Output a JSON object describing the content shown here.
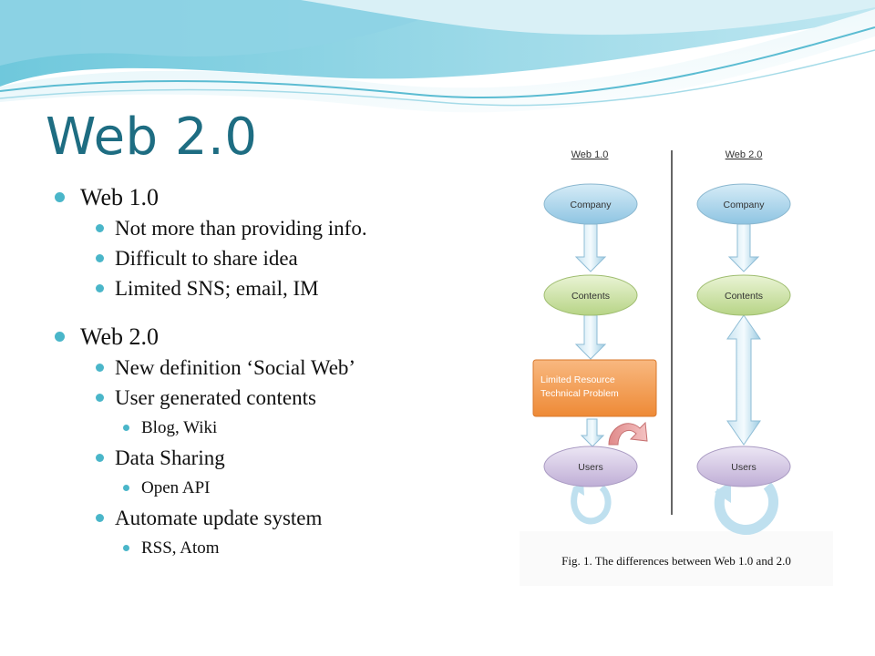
{
  "slide": {
    "title": "Web 2.0"
  },
  "bullets": [
    {
      "level": 1,
      "text": "Web 1.0"
    },
    {
      "level": 2,
      "text": "Not more than providing info."
    },
    {
      "level": 2,
      "text": "Difficult to share idea"
    },
    {
      "level": 2,
      "text": "Limited SNS; email, IM"
    },
    {
      "level": 1,
      "text": "Web 2.0"
    },
    {
      "level": 2,
      "text": "New definition ‘Social Web’"
    },
    {
      "level": 2,
      "text": "User generated contents"
    },
    {
      "level": 3,
      "text": "Blog, Wiki"
    },
    {
      "level": 2,
      "text": "Data Sharing"
    },
    {
      "level": 3,
      "text": "Open API"
    },
    {
      "level": 2,
      "text": "Automate update system"
    },
    {
      "level": 3,
      "text": "RSS, Atom"
    }
  ],
  "diagram": {
    "col1_header": "Web 1.0",
    "col2_header": "Web 2.0",
    "company": "Company",
    "contents": "Contents",
    "users": "Users",
    "limit_line1": "Limited Resource",
    "limit_line2": "Technical Problem",
    "caption": "Fig. 1.  The differences between Web 1.0 and 2.0"
  },
  "colors": {
    "title": "#1e6d82",
    "bullet": "#4ab6c9",
    "company_node": "#a9d3ea",
    "contents_node": "#cfe4a6",
    "users_node": "#d3c6e4",
    "limit_box": "#f39a4f"
  }
}
